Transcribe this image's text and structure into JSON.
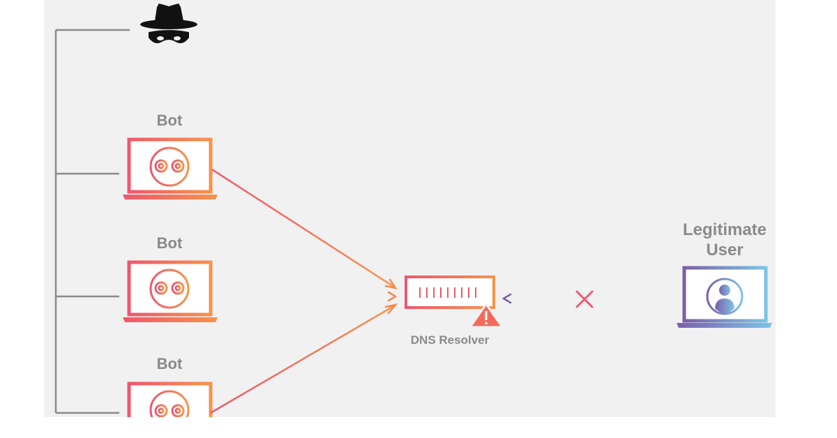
{
  "labels": {
    "bot_1": "Bot",
    "bot_2": "Bot",
    "bot_3": "Bot",
    "dns_resolver": "DNS Resolver",
    "legit_user_line1": "Legitimate",
    "legit_user_line2": "User"
  },
  "icons": {
    "attacker": "spy-hat-mask-icon",
    "bot": "robot-face-icon",
    "server": "dns-server-icon",
    "warning": "warning-triangle-icon",
    "user": "user-avatar-icon",
    "blocked": "x-mark-icon"
  },
  "colors": {
    "background": "#f1f1f2",
    "tree_line": "#8a8a8a",
    "attack_gradient_start": "#f0566d",
    "attack_gradient_end": "#f7934a",
    "user_gradient_start": "#7b5ea7",
    "user_gradient_end": "#7cc4e8",
    "blocked_x": "#ef5a6f",
    "label_text": "#8a8a8a"
  }
}
